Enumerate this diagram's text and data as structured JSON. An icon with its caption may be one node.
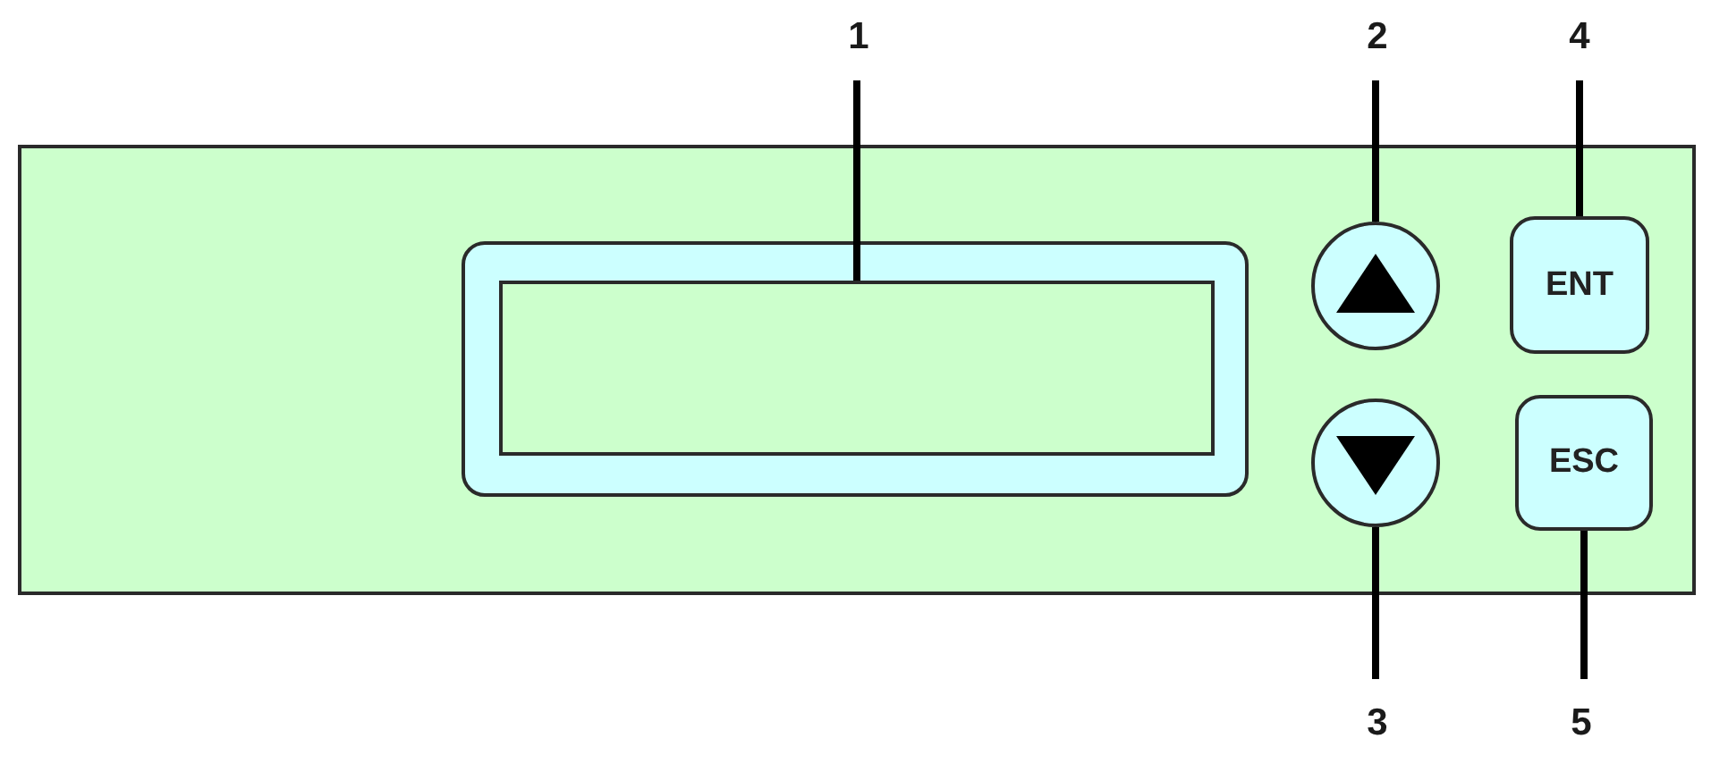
{
  "diagram": {
    "nodes": [
      {
        "text": [
          "1"
        ]
      },
      {
        "text": [
          "2"
        ]
      },
      {
        "text": [
          "4"
        ]
      },
      {
        "text": [],
        "shape": "box"
      },
      {
        "text": [],
        "shape": "box",
        "in": 3
      },
      {
        "text": [],
        "shape": "box",
        "in": 4
      },
      {
        "text": [],
        "shape": "circle",
        "in": 3
      },
      {
        "text": [
          "ENT"
        ],
        "in": 3
      },
      {
        "text": [],
        "shape": "circle",
        "in": 3
      },
      {
        "text": [
          "ESC"
        ],
        "in": 3
      },
      {
        "text": [
          "3"
        ]
      },
      {
        "text": [
          "5"
        ]
      }
    ],
    "edges": [
      {
        "from": 0,
        "to": 5,
        "arrow": "none"
      },
      {
        "from": 1,
        "to": 6,
        "arrow": "none"
      },
      {
        "from": 2,
        "to": 7,
        "arrow": "none"
      },
      {
        "from": 10,
        "to": 8,
        "arrow": "none"
      },
      {
        "from": 11,
        "to": 9,
        "arrow": "none"
      }
    ]
  }
}
